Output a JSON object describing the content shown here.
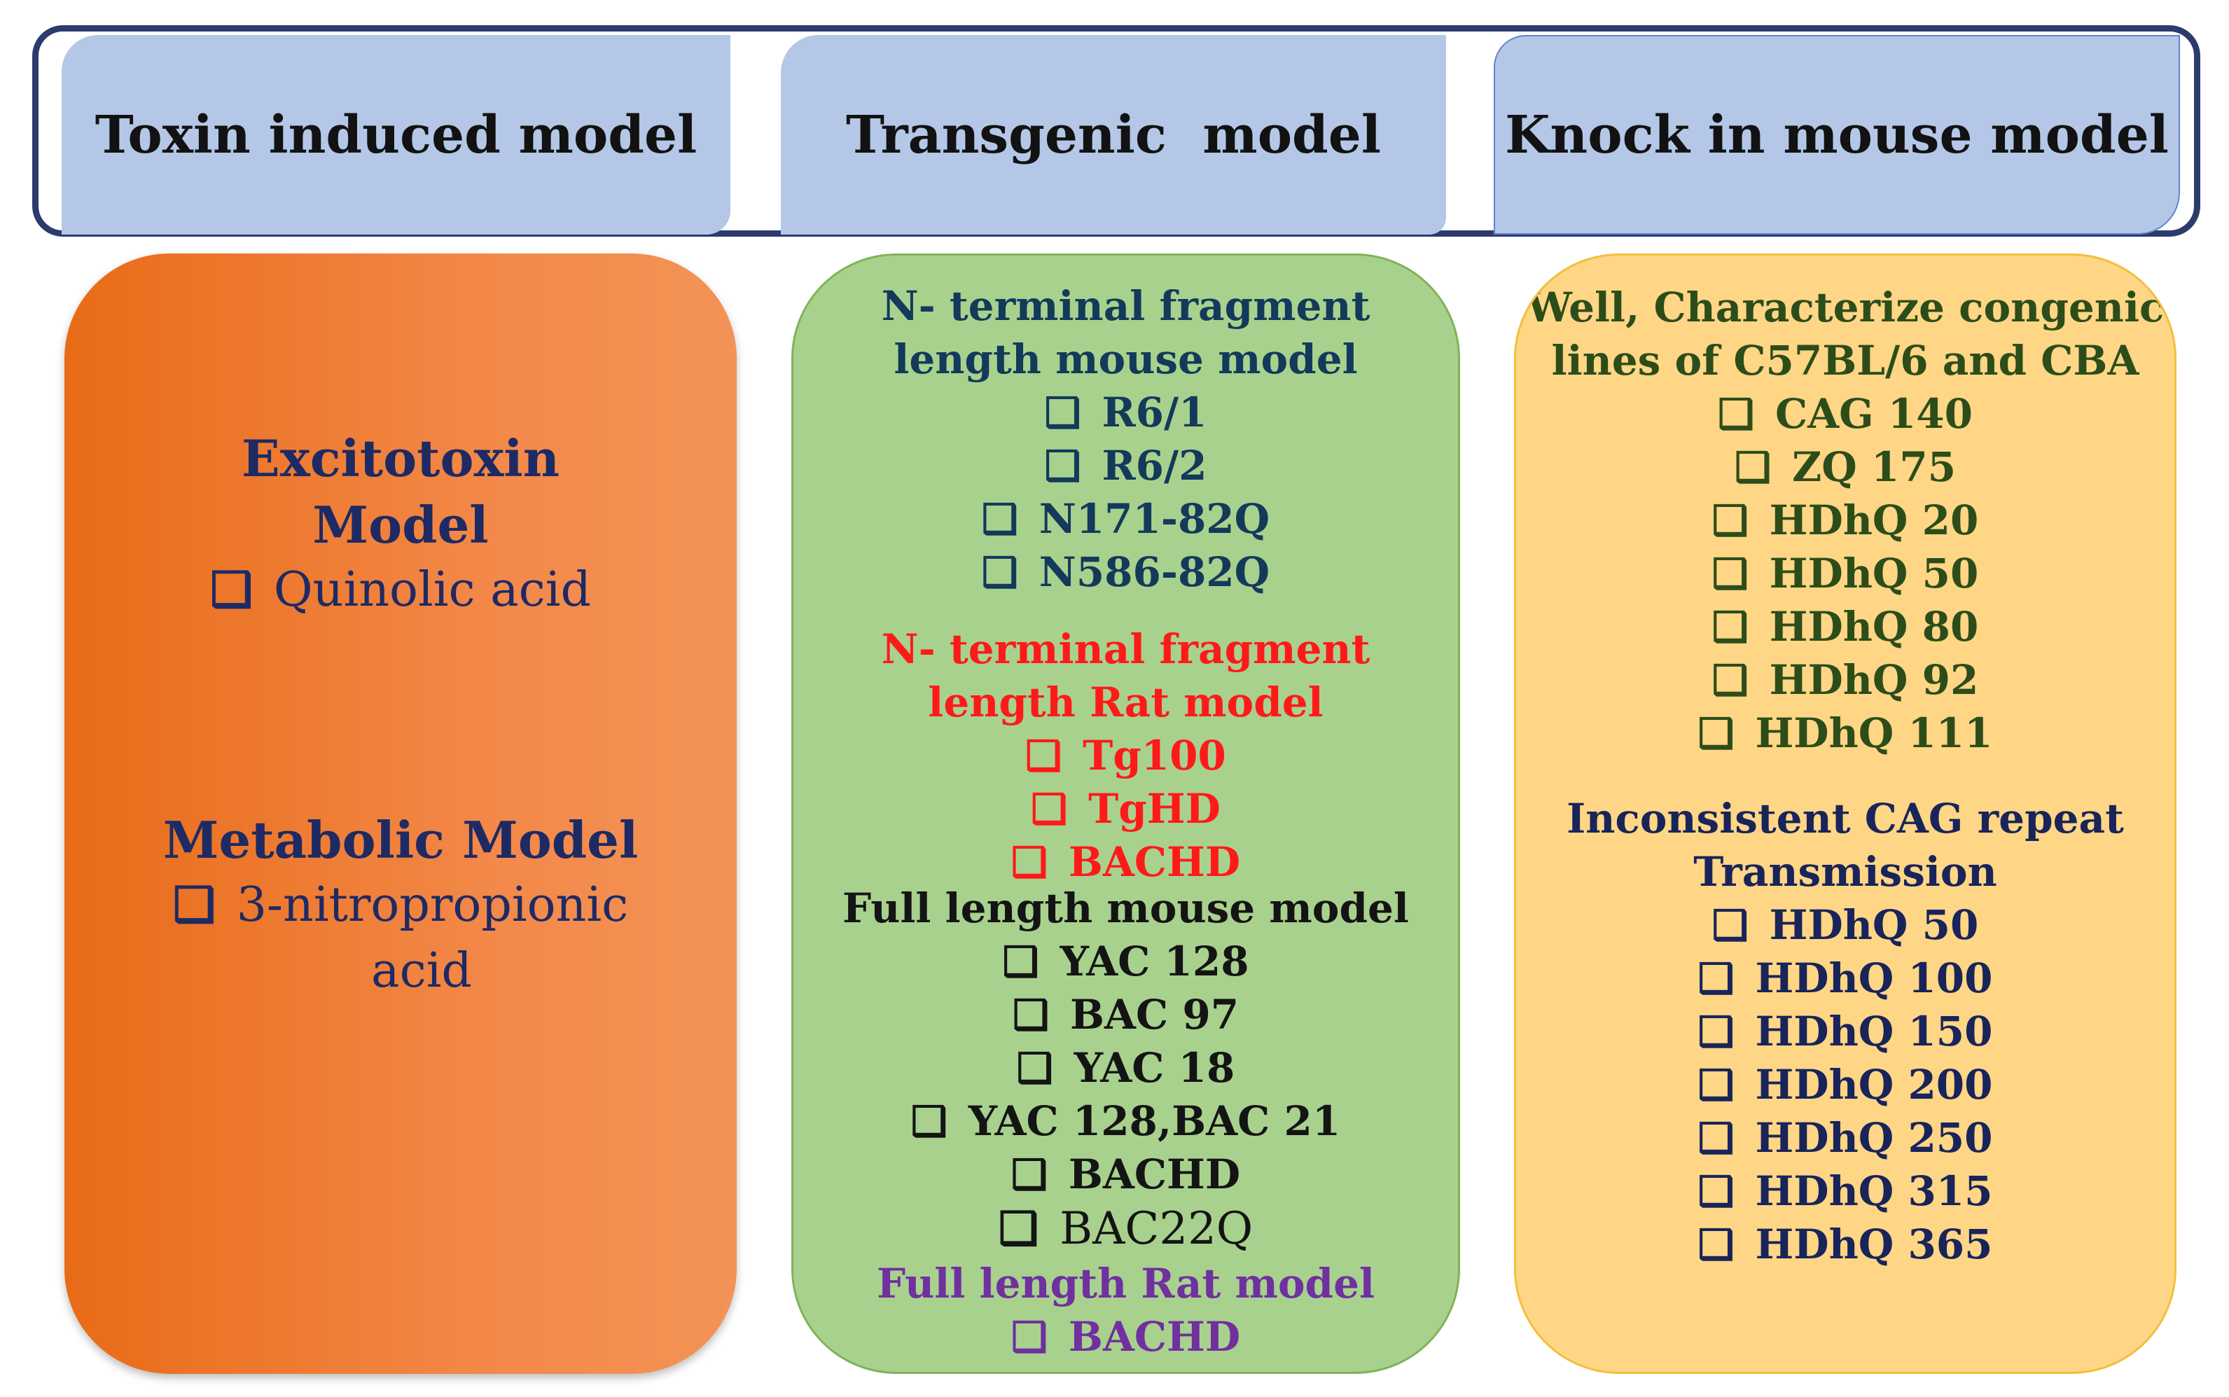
{
  "header": {
    "tabs": [
      {
        "label": "Toxin induced model"
      },
      {
        "label": "Transgenic  model"
      },
      {
        "label": "Knock in mouse model"
      }
    ]
  },
  "toxin": {
    "excitotoxin_title_1": "Excitotoxin",
    "excitotoxin_title_2": "Model",
    "excitotoxin_item": "Quinolic acid",
    "metabolic_title": "Metabolic Model",
    "metabolic_item_1": "3-nitropropionic",
    "metabolic_item_2": "acid"
  },
  "transgenic": {
    "mouse_fragment_title_1": "N- terminal fragment",
    "mouse_fragment_title_2": "length mouse model",
    "mouse_fragment_items": [
      "R6/1",
      "R6/2",
      "N171-82Q",
      "N586-82Q"
    ],
    "rat_fragment_title_1": "N- terminal fragment",
    "rat_fragment_title_2": "length Rat model",
    "rat_fragment_items": [
      "Tg100",
      "TgHD",
      "BACHD"
    ],
    "full_mouse_title": "Full length mouse model",
    "full_mouse_items": [
      "YAC 128",
      "BAC 97",
      "YAC 18",
      "YAC 128,BAC 21",
      "BACHD",
      "BAC22Q"
    ],
    "full_rat_title": "Full length Rat model",
    "full_rat_items": [
      "BACHD"
    ]
  },
  "knockin": {
    "congenic_title_1": "Well, Characterize congenic",
    "congenic_title_2": "lines of C57BL/6 and CBA",
    "congenic_items": [
      "CAG 140",
      "ZQ 175",
      "HDhQ 20",
      "HDhQ 50",
      "HDhQ 80",
      "HDhQ 92",
      "HDhQ 111"
    ],
    "inconsistent_title_1": "Inconsistent CAG repeat",
    "inconsistent_title_2": "Transmission",
    "inconsistent_items": [
      "HDhQ 50",
      "HDhQ 100",
      "HDhQ 150",
      "HDhQ 200",
      "HDhQ 250",
      "HDhQ 315",
      "HDhQ 365"
    ]
  },
  "icons": {
    "checkbox": "checkbox-square-icon"
  },
  "colors": {
    "toxin_panel": "#e86b17",
    "transgenic_panel": "#a9d18e",
    "knockin_panel": "#ffd685",
    "header_tab": "#b4c7e7",
    "rat_fragment_text": "#ff1a1a",
    "full_rat_text": "#7030a0"
  }
}
